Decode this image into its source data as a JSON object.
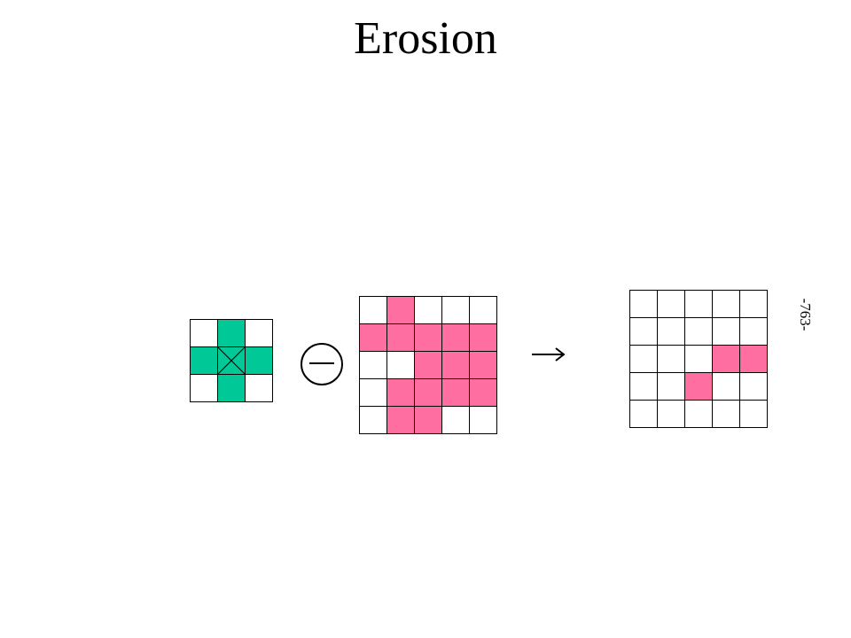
{
  "title": "Erosion",
  "page_number": "-763-",
  "colors": {
    "structuring_element": "#00C896",
    "image": "#FF6EA0",
    "border": "#000000",
    "background": "#FFFFFF"
  },
  "structuring_element": {
    "rows": 3,
    "cols": 3,
    "origin": [
      1,
      1
    ],
    "cells": [
      [
        0,
        1,
        0
      ],
      [
        1,
        1,
        1
      ],
      [
        0,
        1,
        0
      ]
    ]
  },
  "input_image": {
    "rows": 5,
    "cols": 5,
    "cells": [
      [
        0,
        1,
        0,
        0,
        0
      ],
      [
        1,
        1,
        1,
        1,
        1
      ],
      [
        0,
        0,
        1,
        1,
        1
      ],
      [
        0,
        1,
        1,
        1,
        1
      ],
      [
        0,
        1,
        1,
        0,
        0
      ]
    ]
  },
  "operator_icon": "erosion-operator-icon",
  "arrow_icon": "right-arrow-icon",
  "output_image": {
    "rows": 5,
    "cols": 5,
    "cells": [
      [
        0,
        0,
        0,
        0,
        0
      ],
      [
        0,
        0,
        0,
        0,
        0
      ],
      [
        0,
        0,
        0,
        1,
        1
      ],
      [
        0,
        0,
        1,
        0,
        0
      ],
      [
        0,
        0,
        0,
        0,
        0
      ]
    ]
  }
}
